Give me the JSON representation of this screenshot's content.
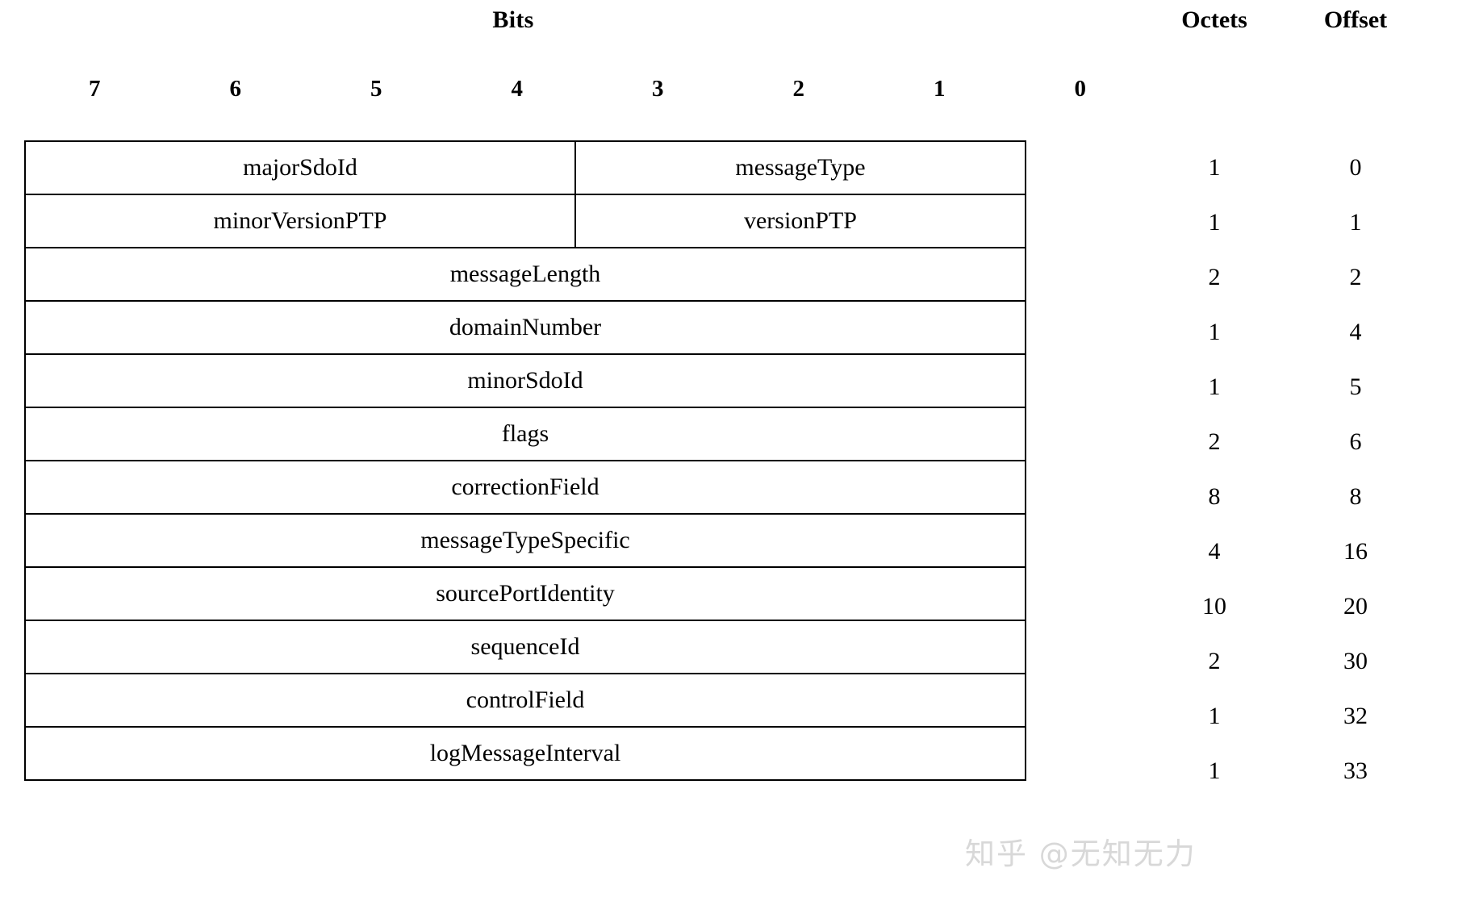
{
  "header": {
    "bits_label": "Bits",
    "octets_label": "Octets",
    "offset_label": "Offset"
  },
  "bit_indices": [
    "7",
    "6",
    "5",
    "4",
    "3",
    "2",
    "1",
    "0"
  ],
  "table": {
    "rows": [
      {
        "split": true,
        "left_label": "majorSdoId",
        "right_label": "messageType",
        "octets": "1",
        "offset": "0"
      },
      {
        "split": true,
        "left_label": "minorVersionPTP",
        "right_label": "versionPTP",
        "octets": "1",
        "offset": "1"
      },
      {
        "split": false,
        "label": "messageLength",
        "octets": "2",
        "offset": "2"
      },
      {
        "split": false,
        "label": "domainNumber",
        "octets": "1",
        "offset": "4"
      },
      {
        "split": false,
        "label": "minorSdoId",
        "octets": "1",
        "offset": "5"
      },
      {
        "split": false,
        "label": "flags",
        "octets": "2",
        "offset": "6"
      },
      {
        "split": false,
        "label": "correctionField",
        "octets": "8",
        "offset": "8"
      },
      {
        "split": false,
        "label": "messageTypeSpecific",
        "octets": "4",
        "offset": "16"
      },
      {
        "split": false,
        "label": "sourcePortIdentity",
        "octets": "10",
        "offset": "20"
      },
      {
        "split": false,
        "label": "sequenceId",
        "octets": "2",
        "offset": "30"
      },
      {
        "split": false,
        "label": "controlField",
        "octets": "1",
        "offset": "32"
      },
      {
        "split": false,
        "label": "logMessageInterval",
        "octets": "1",
        "offset": "33"
      }
    ]
  },
  "watermark": {
    "text": "知乎 @无知无力",
    "color": "#d8d8d8"
  },
  "colors": {
    "border": "#000000",
    "text": "#000000",
    "background": "#ffffff"
  }
}
